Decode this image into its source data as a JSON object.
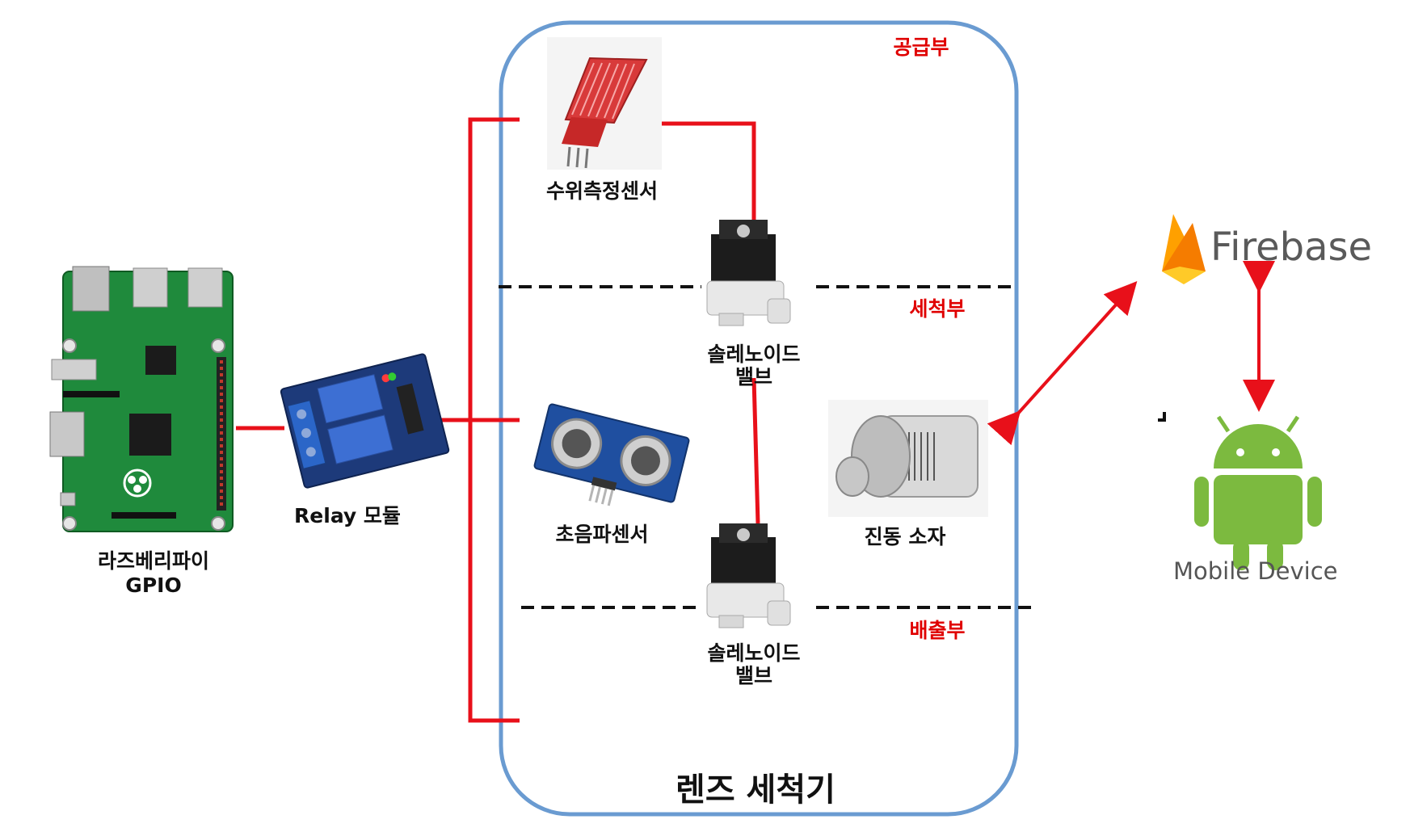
{
  "labels": {
    "rpi": "라즈베리파이",
    "gpio": "GPIO",
    "relay": "Relay 모듈",
    "water_sensor": "수위측정센서",
    "valve_top_1": "솔레노이드",
    "valve_top_2": "밸브",
    "ultrasonic": "초음파센서",
    "vibration": "진동 소자",
    "valve_bottom_1": "솔레노이드",
    "valve_bottom_2": "밸브",
    "supply": "공급부",
    "wash": "세척부",
    "drain": "배출부",
    "device_title": "렌즈 세척기"
  },
  "cloud": {
    "firebase": "Firebase",
    "mobile": "Mobile Device"
  },
  "colors": {
    "wire": "#e8101a",
    "enclosure": "#6a9bd1",
    "section_label": "#e00000",
    "pcb": "#1f8a3c",
    "android": "#7cba3f"
  }
}
